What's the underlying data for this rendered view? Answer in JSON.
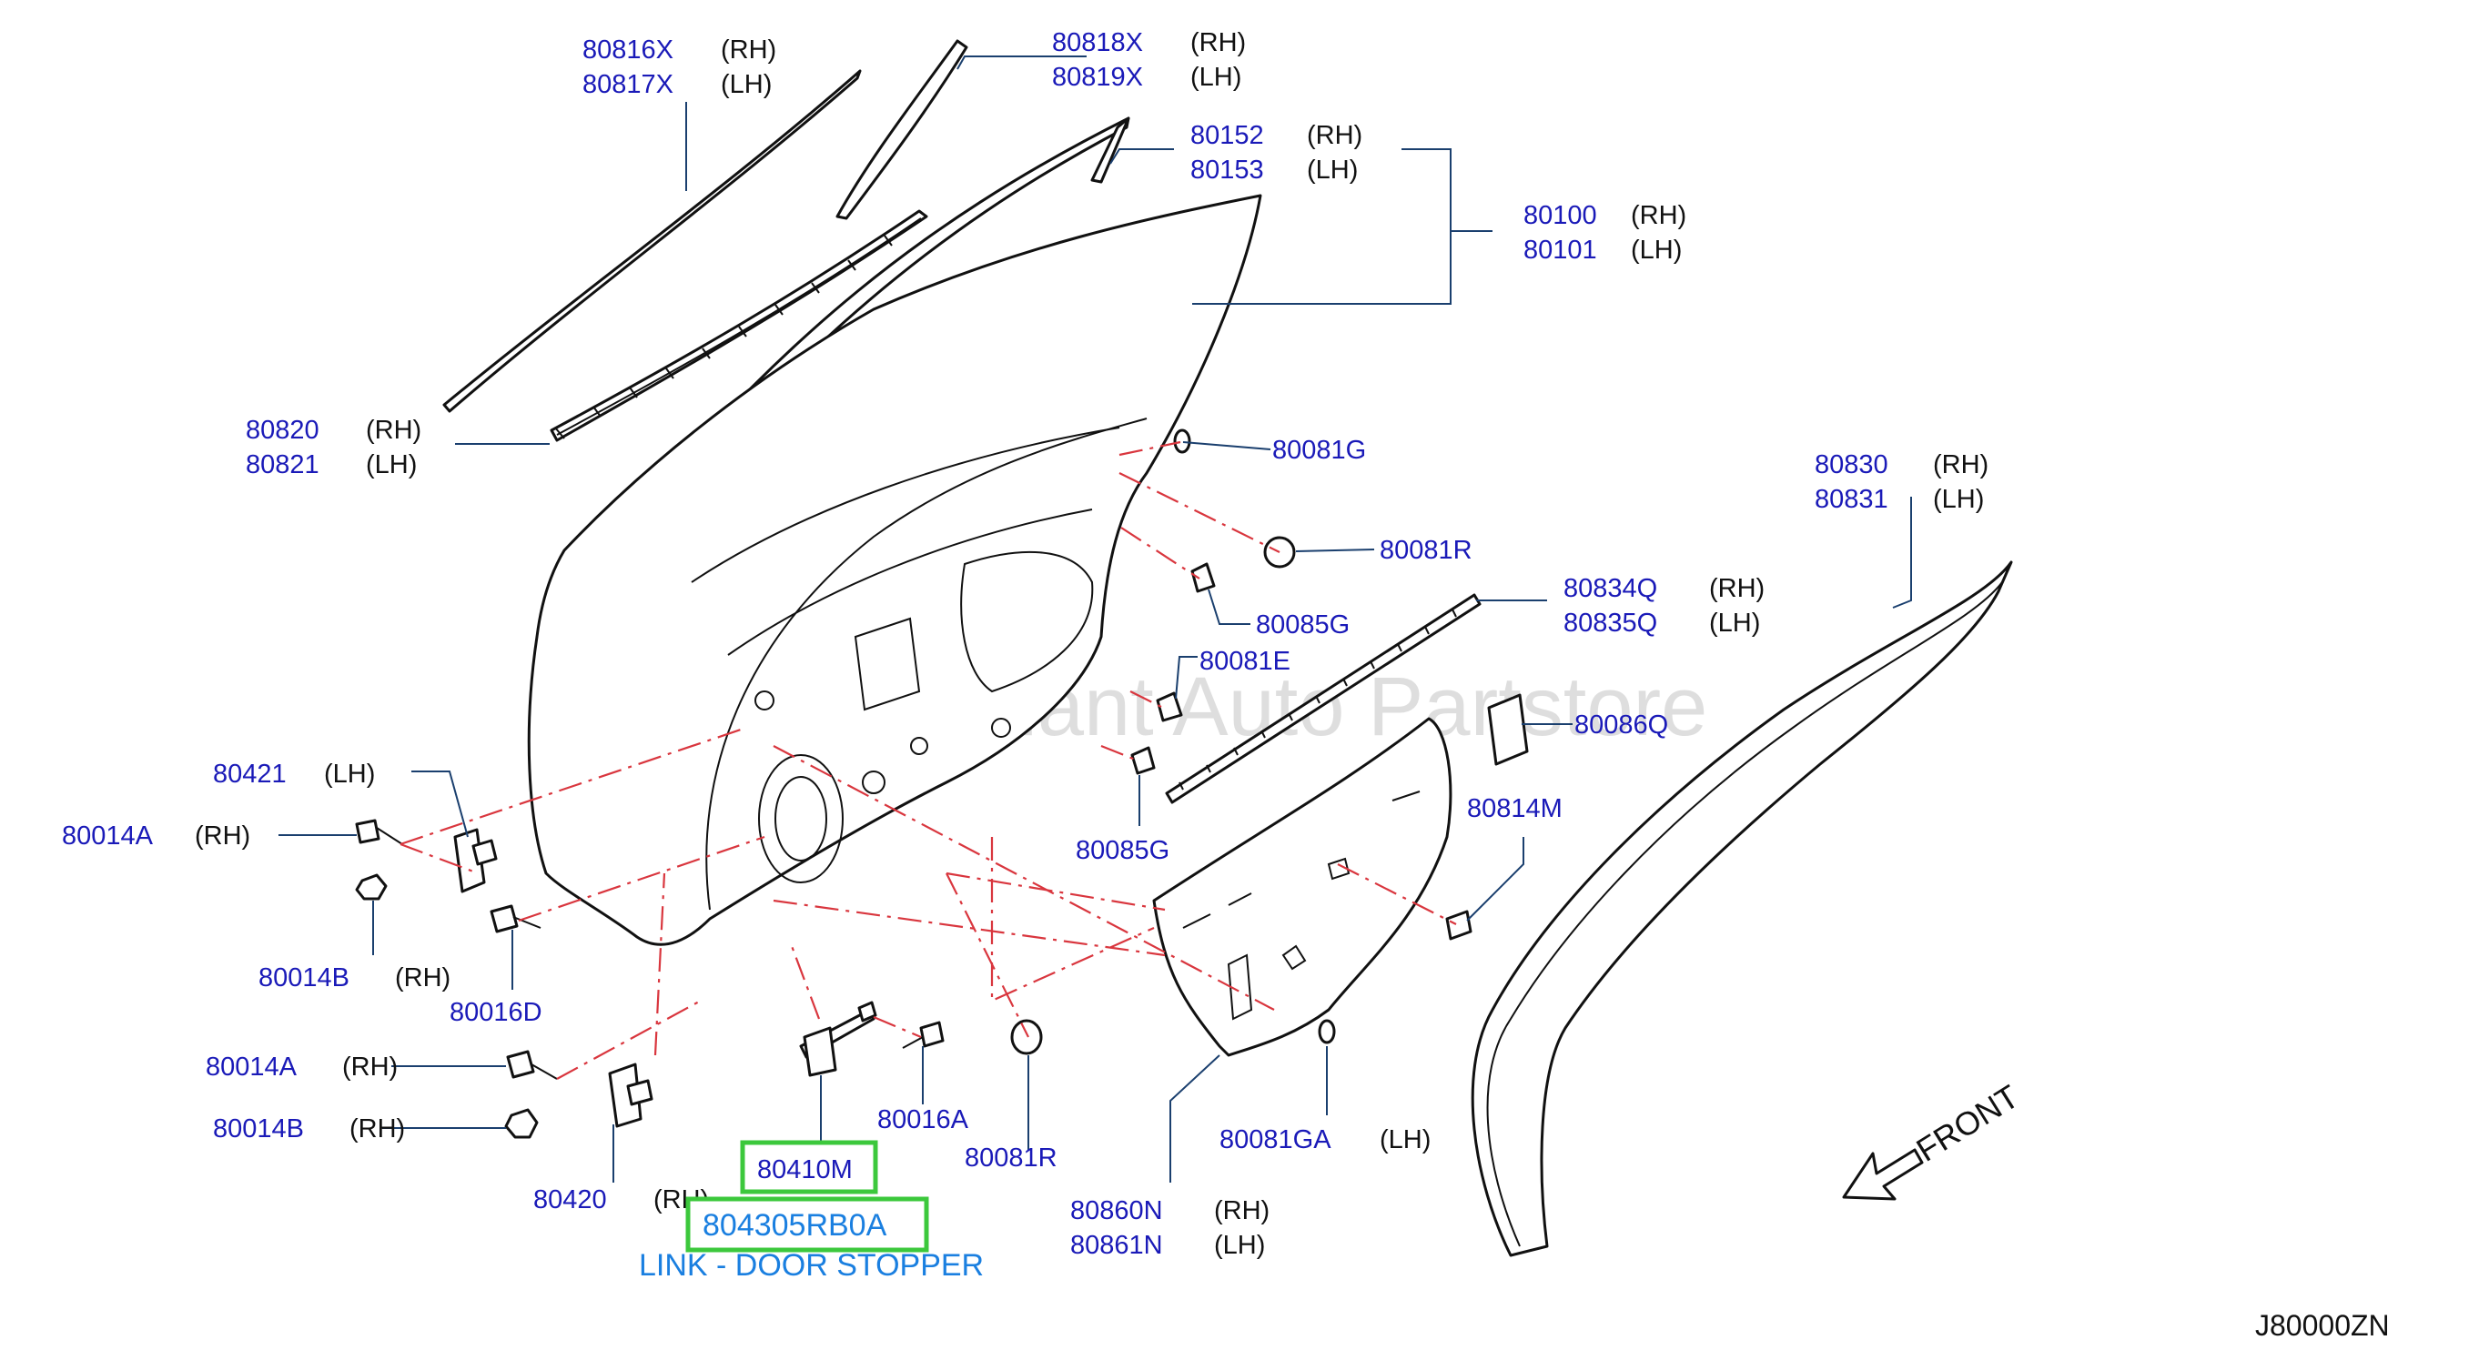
{
  "watermark": "MultiMerchant Auto Partstore",
  "diagram_code": "J80000ZN",
  "front_label": "FRONT",
  "highlight": {
    "ref_number": "80410M",
    "part_number": "804305RB0A",
    "description": "LINK - DOOR STOPPER",
    "border_color": "#3cc83c",
    "text_color": "#1a7fe0"
  },
  "callouts": [
    {
      "id": "a",
      "codes": [
        "80816X",
        "80817X"
      ],
      "sides": [
        "(RH)",
        "(LH)"
      ]
    },
    {
      "id": "b",
      "codes": [
        "80818X",
        "80819X"
      ],
      "sides": [
        "(RH)",
        "(LH)"
      ]
    },
    {
      "id": "c",
      "codes": [
        "80152",
        "80153"
      ],
      "sides": [
        "(RH)",
        "(LH)"
      ]
    },
    {
      "id": "d",
      "codes": [
        "80100",
        "80101"
      ],
      "sides": [
        "(RH)",
        "(LH)"
      ]
    },
    {
      "id": "e",
      "codes": [
        "80820",
        "80821"
      ],
      "sides": [
        "(RH)",
        "(LH)"
      ]
    },
    {
      "id": "f",
      "codes": [
        "80081G"
      ],
      "sides": [
        ""
      ]
    },
    {
      "id": "g",
      "codes": [
        "80830",
        "80831"
      ],
      "sides": [
        "(RH)",
        "(LH)"
      ]
    },
    {
      "id": "h",
      "codes": [
        "80081R"
      ],
      "sides": [
        ""
      ]
    },
    {
      "id": "i",
      "codes": [
        "80834Q",
        "80835Q"
      ],
      "sides": [
        "(RH)",
        "(LH)"
      ]
    },
    {
      "id": "j",
      "codes": [
        "80085G"
      ],
      "sides": [
        ""
      ]
    },
    {
      "id": "k",
      "codes": [
        "80081E"
      ],
      "sides": [
        ""
      ]
    },
    {
      "id": "l",
      "codes": [
        "80086Q"
      ],
      "sides": [
        ""
      ]
    },
    {
      "id": "m",
      "codes": [
        "80421"
      ],
      "sides": [
        "(LH)"
      ]
    },
    {
      "id": "n",
      "codes": [
        "80014A"
      ],
      "sides": [
        "(RH)"
      ]
    },
    {
      "id": "o",
      "codes": [
        "80814M"
      ],
      "sides": [
        ""
      ]
    },
    {
      "id": "p",
      "codes": [
        "80085G"
      ],
      "sides": [
        ""
      ]
    },
    {
      "id": "q",
      "codes": [
        "80014B"
      ],
      "sides": [
        "(RH)"
      ]
    },
    {
      "id": "r",
      "codes": [
        "80016D"
      ],
      "sides": [
        ""
      ]
    },
    {
      "id": "s",
      "codes": [
        "80014A"
      ],
      "sides": [
        "(RH)"
      ]
    },
    {
      "id": "t",
      "codes": [
        "80014B"
      ],
      "sides": [
        "(RH)"
      ]
    },
    {
      "id": "u",
      "codes": [
        "80016A"
      ],
      "sides": [
        ""
      ]
    },
    {
      "id": "v",
      "codes": [
        "80081R"
      ],
      "sides": [
        ""
      ]
    },
    {
      "id": "w",
      "codes": [
        "80081GA"
      ],
      "sides": [
        "(LH)"
      ]
    },
    {
      "id": "x",
      "codes": [
        "80420"
      ],
      "sides": [
        "(RH)"
      ]
    },
    {
      "id": "y",
      "codes": [
        "80860N",
        "80861N"
      ],
      "sides": [
        "(RH)",
        "(LH)"
      ]
    }
  ]
}
